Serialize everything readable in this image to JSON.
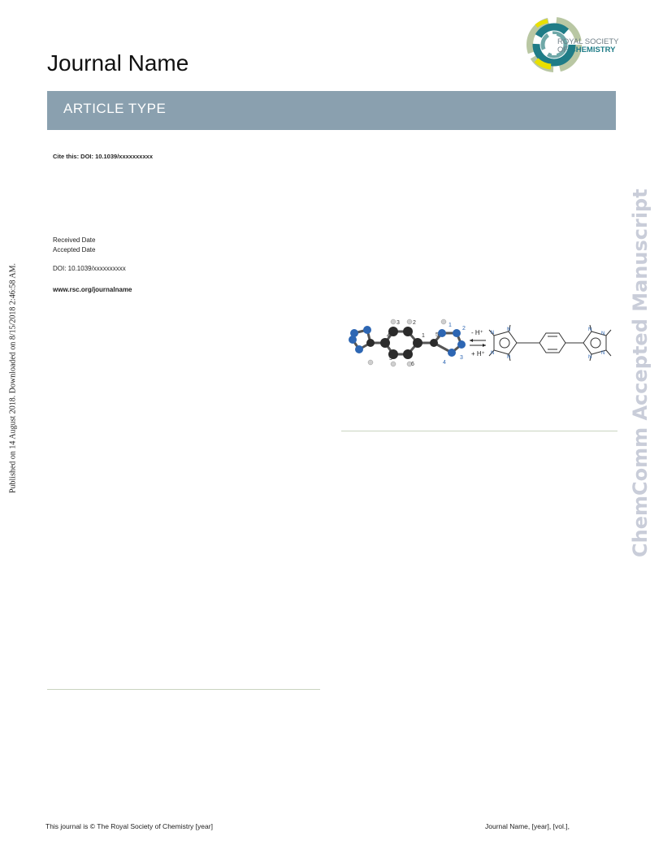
{
  "header": {
    "journal_name": "Journal Name",
    "logo": {
      "line1": "ROYAL SOCIETY",
      "line2_prefix": "OF ",
      "line2_bold": "CHEMISTRY",
      "colors": [
        "#1f7c87",
        "#6fa8a8",
        "#e8e000",
        "#b9c7a3",
        "#8a9aa6"
      ]
    },
    "banner": "ARTICLE TYPE"
  },
  "meta": {
    "cite": "Cite this: DOI: 10.1039/xxxxxxxxxx",
    "received": "Received Date",
    "accepted": "Accepted Date",
    "doi": "DOI: 10.1039/xxxxxxxxxx",
    "www": "www.rsc.org/journalname"
  },
  "sidebar": {
    "published": "Published on 14 August 2018. Downloaded on 8/15/2018 2:46:58 AM.",
    "watermark": "ChemComm Accepted Manuscript"
  },
  "graphic": {
    "numbers": [
      "4",
      "3",
      "2",
      "1",
      "5",
      "6",
      "5",
      "1",
      "2",
      "3",
      "4"
    ],
    "reaction_top": "- H⁺",
    "reaction_bottom": "+ H⁺",
    "nitrogen": "N",
    "colors": {
      "nitrogen": "#2d66b3",
      "carbon": "#2b2b2b",
      "hydrogen": "#cfcfcf"
    }
  },
  "footer": {
    "left": "This journal is © The Royal Society of Chemistry [year]",
    "right": "Journal Name, [year], [vol.],"
  }
}
